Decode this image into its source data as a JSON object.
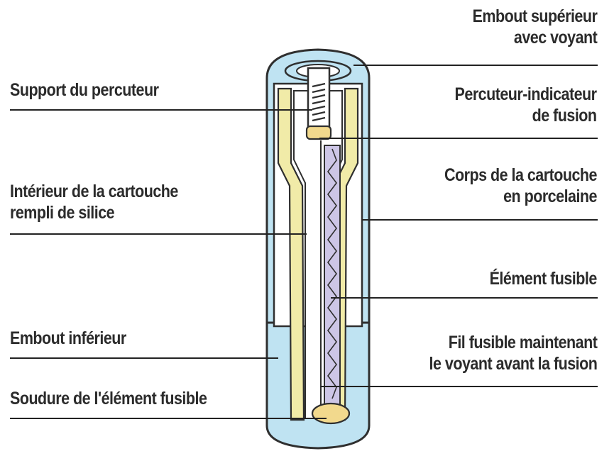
{
  "labels": {
    "embout_superieur": [
      "Embout supérieur",
      "avec voyant"
    ],
    "support_percuteur": [
      "Support du percuteur"
    ],
    "percuteur_indicateur": [
      "Percuteur-indicateur",
      "de fusion"
    ],
    "interieur_cartouche": [
      "Intérieur de la cartouche",
      "rempli de silice"
    ],
    "corps_cartouche": [
      "Corps de la cartouche",
      "en porcelaine"
    ],
    "element_fusible": [
      "Élément fusible"
    ],
    "embout_inferieur": [
      "Embout inférieur"
    ],
    "fil_fusible": [
      "Fil fusible maintenant",
      "le voyant avant la fusion"
    ],
    "soudure": [
      "Soudure de l'élément fusible"
    ]
  },
  "colors": {
    "endcap_blue": "#bfe3f2",
    "outline": "#2f2f2f",
    "porcelain_yellow": "#f1eba8",
    "interior_white": "#ffffff",
    "element_lavender": "#cdc6e6",
    "pellet_yellow": "#f2d98d",
    "leader_line": "#222222"
  }
}
